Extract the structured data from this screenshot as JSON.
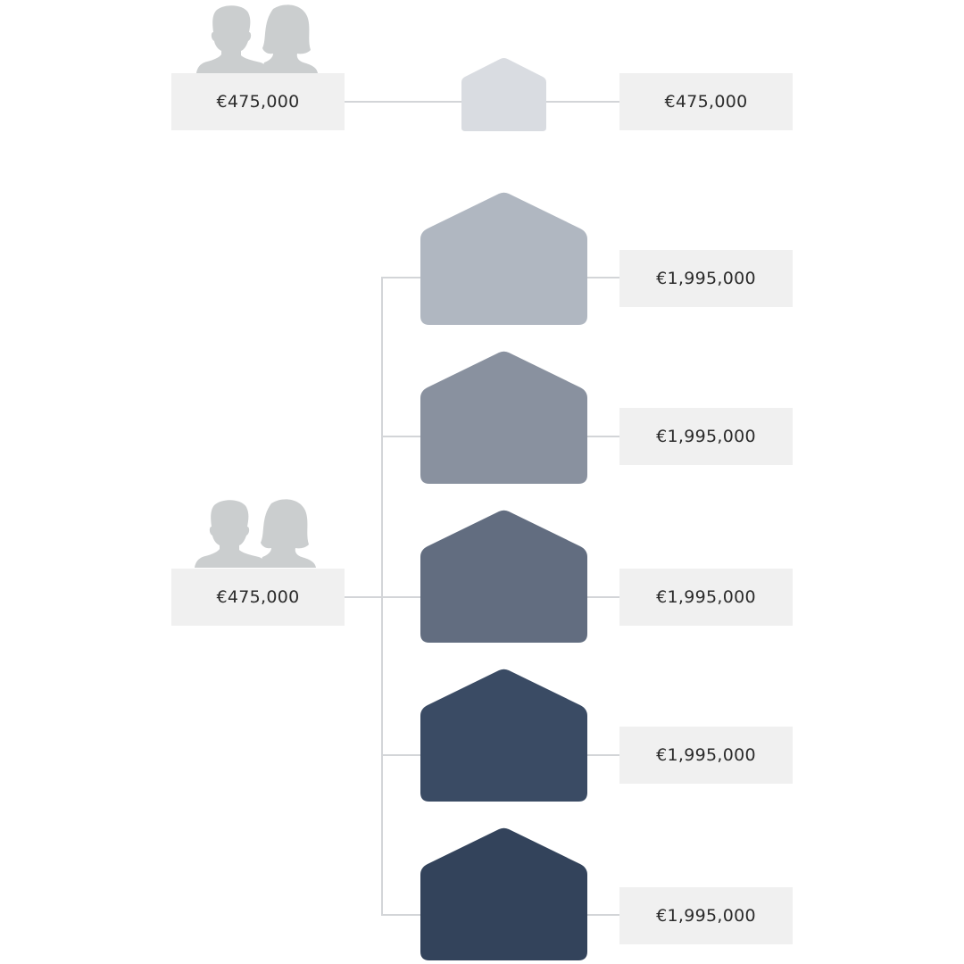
{
  "scenario_single": {
    "couple_icon": "couple-silhouette-icon",
    "owner_amount": "€475,000",
    "house_icon": "house-icon",
    "house_color": "#d9dce1",
    "house_value": "€475,000"
  },
  "scenario_multiple": {
    "couple_icon": "couple-silhouette-icon",
    "owner_amount": "€475,000",
    "houses": [
      {
        "icon": "house-icon",
        "color": "#b0b7c1",
        "value": "€1,995,000"
      },
      {
        "icon": "house-icon",
        "color": "#89919f",
        "value": "€1,995,000"
      },
      {
        "icon": "house-icon",
        "color": "#626d80",
        "value": "€1,995,000"
      },
      {
        "icon": "house-icon",
        "color": "#3a4b64",
        "value": "€1,995,000"
      },
      {
        "icon": "house-icon",
        "color": "#33435b",
        "value": "€1,995,000"
      }
    ]
  },
  "colors": {
    "box_fill": "#f0f0f0",
    "connector": "#d3d5d8",
    "silhouette": "#cbcecf"
  }
}
